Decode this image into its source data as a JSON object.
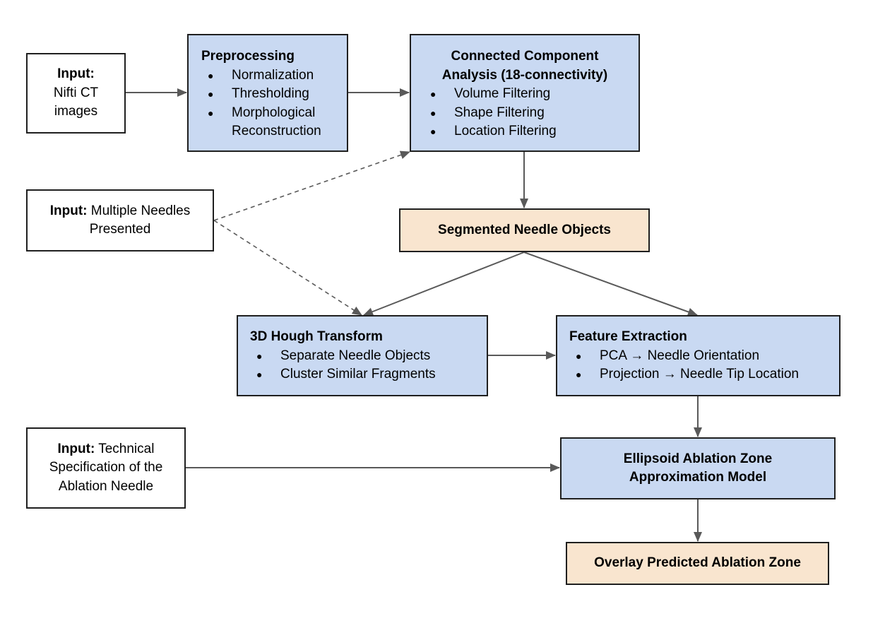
{
  "input_ct": {
    "bold": "Input:",
    "text_lines": [
      "Nifti CT",
      "images"
    ]
  },
  "preprocessing": {
    "title": "Preprocessing",
    "items": [
      "Normalization",
      "Thresholding",
      "Morphological",
      "Reconstruction"
    ]
  },
  "cca": {
    "title_lines": [
      "Connected Component",
      "Analysis (18-connectivity)"
    ],
    "items": [
      "Volume Filtering",
      "Shape Filtering",
      "Location Filtering"
    ]
  },
  "input_multi": {
    "bold": "Input:",
    "line1": " Multiple Needles",
    "line2": "Presented"
  },
  "segmented": {
    "title": "Segmented Needle Objects"
  },
  "hough": {
    "title": "3D Hough Transform",
    "items": [
      "Separate Needle Objects",
      "Cluster Similar Fragments"
    ]
  },
  "feature": {
    "title": "Feature Extraction",
    "items": [
      "PCA → Needle Orientation",
      "Projection → Needle Tip Location"
    ]
  },
  "input_spec": {
    "bold": "Input:",
    "line1": " Technical",
    "line2": "Specification of the",
    "line3": "Ablation Needle"
  },
  "ellipsoid": {
    "title_lines": [
      "Ellipsoid Ablation Zone",
      "Approximation Model"
    ]
  },
  "overlay": {
    "title": "Overlay Predicted Ablation Zone"
  },
  "colors": {
    "process_fill": "#c9d9f2",
    "output_fill": "#f9e5cf",
    "input_fill": "#ffffff",
    "arrow": "#595959"
  }
}
